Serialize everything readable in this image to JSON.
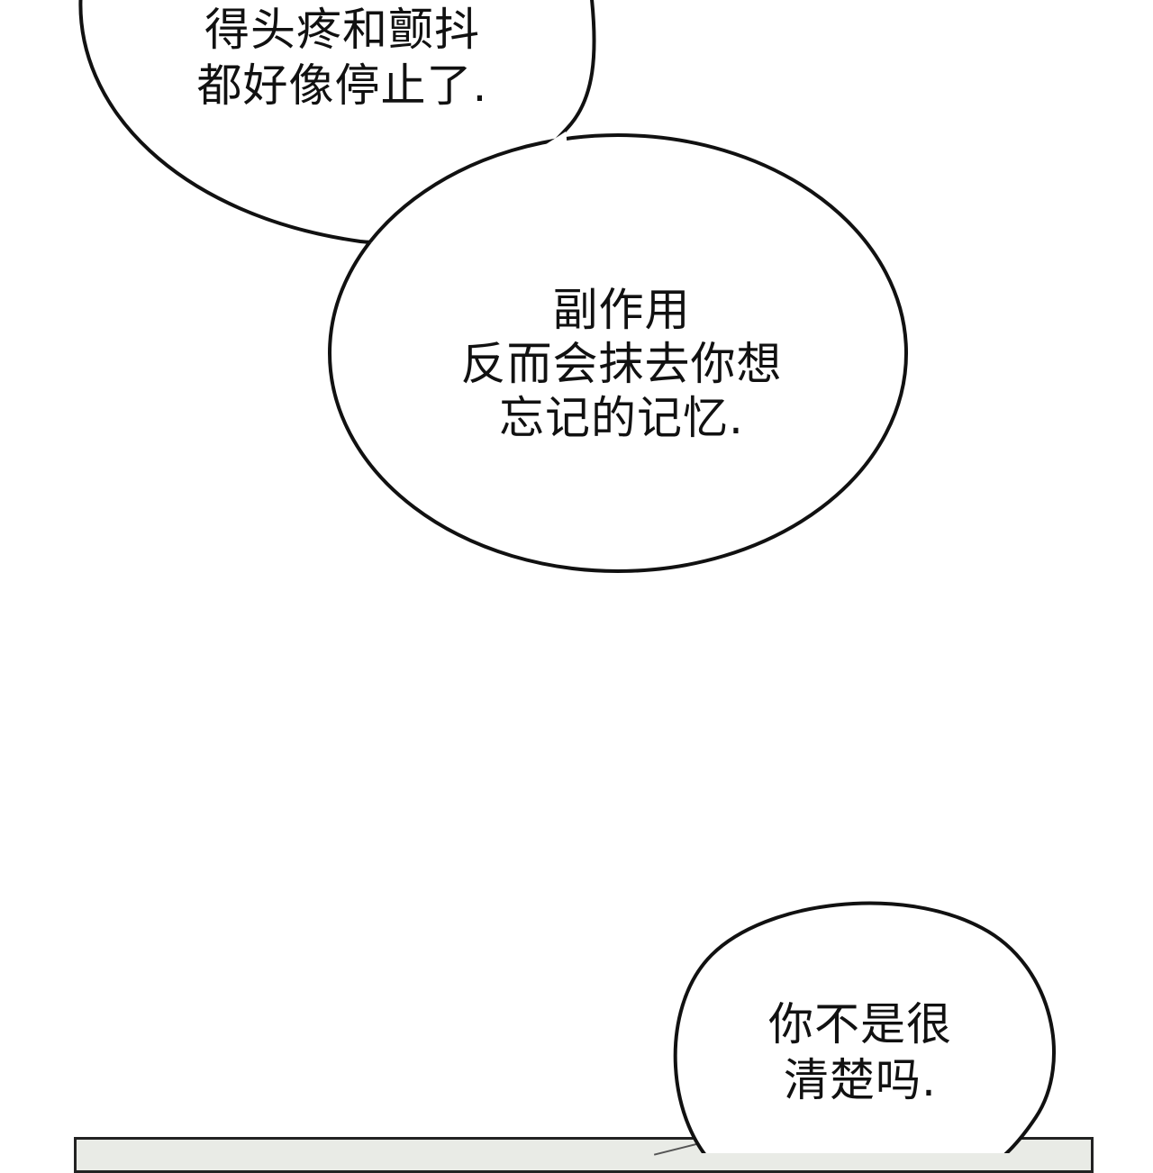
{
  "colors": {
    "background": "#ffffff",
    "balloon_fill": "#ffffff",
    "balloon_stroke": "#111111",
    "text": "#111111",
    "panel_fill": "#e9ebe6"
  },
  "balloons": [
    {
      "lines": [
        "得头疼和颤抖",
        "都好像停止了."
      ]
    },
    {
      "lines": [
        "副作用",
        "反而会抹去你想",
        "忘记的记忆."
      ]
    },
    {
      "lines": [
        "你不是很",
        "清楚吗."
      ]
    }
  ]
}
